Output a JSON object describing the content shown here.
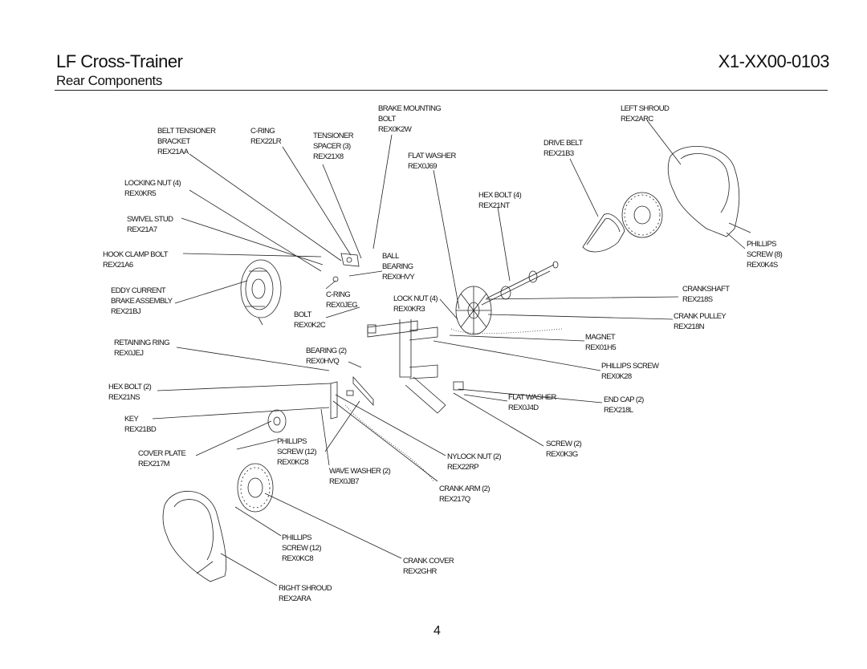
{
  "header": {
    "title": "LF Cross-Trainer",
    "subtitle": "Rear Components",
    "model_code": "X1-XX00-0103"
  },
  "page_number": "4",
  "parts": [
    {
      "id": "brake-mounting-bolt",
      "lines": [
        "BRAKE MOUNTING",
        "BOLT",
        "REX0K2W"
      ]
    },
    {
      "id": "left-shroud",
      "lines": [
        "LEFT SHROUD",
        "REX2ARC"
      ]
    },
    {
      "id": "belt-tensioner-bracket",
      "lines": [
        "BELT TENSIONER",
        "BRACKET",
        "REX21AA"
      ]
    },
    {
      "id": "c-ring-top",
      "lines": [
        "C-RING",
        "REX22LR"
      ]
    },
    {
      "id": "tensioner-spacer",
      "lines": [
        "TENSIONER",
        "SPACER (3)",
        "REX21X8"
      ]
    },
    {
      "id": "flat-washer-top",
      "lines": [
        "FLAT WASHER",
        "REX0J69"
      ]
    },
    {
      "id": "drive-belt",
      "lines": [
        "DRIVE BELT",
        "REX21B3"
      ]
    },
    {
      "id": "locking-nut",
      "lines": [
        "LOCKING NUT (4)",
        "REX0KR5"
      ]
    },
    {
      "id": "hex-bolt-4",
      "lines": [
        "HEX BOLT (4)",
        "REX21NT"
      ]
    },
    {
      "id": "swivel-stud",
      "lines": [
        "SWIVEL STUD",
        "REX21A7"
      ]
    },
    {
      "id": "phillips-screw-8",
      "lines": [
        "PHILLIPS",
        "SCREW (8)",
        "REX0K4S"
      ]
    },
    {
      "id": "hook-clamp-bolt",
      "lines": [
        "HOOK CLAMP BOLT",
        "REX21A6"
      ]
    },
    {
      "id": "ball-bearing",
      "lines": [
        "BALL",
        "BEARING",
        "REX0HVY"
      ]
    },
    {
      "id": "eddy-current-brake",
      "lines": [
        "EDDY CURRENT",
        "BRAKE ASSEMBLY",
        "REX21BJ"
      ]
    },
    {
      "id": "c-ring-mid",
      "lines": [
        "C-RING",
        "REX0JEG"
      ]
    },
    {
      "id": "lock-nut-4",
      "lines": [
        "LOCK NUT (4)",
        "REX0KR3"
      ]
    },
    {
      "id": "crankshaft",
      "lines": [
        "CRANKSHAFT",
        "REX218S"
      ]
    },
    {
      "id": "bolt",
      "lines": [
        "BOLT",
        "REX0K2C"
      ]
    },
    {
      "id": "crank-pulley",
      "lines": [
        "CRANK PULLEY",
        "REX218N"
      ]
    },
    {
      "id": "retaining-ring",
      "lines": [
        "RETAINING RING",
        "REX0JEJ"
      ]
    },
    {
      "id": "bearing-2",
      "lines": [
        "BEARING (2)",
        "REX0HVQ"
      ]
    },
    {
      "id": "magnet",
      "lines": [
        "MAGNET",
        "REX01H5"
      ]
    },
    {
      "id": "phillips-screw-single",
      "lines": [
        "PHILLIPS SCREW",
        "REX0K28"
      ]
    },
    {
      "id": "hex-bolt-2",
      "lines": [
        "HEX BOLT (2)",
        "REX21NS"
      ]
    },
    {
      "id": "flat-washer-bottom",
      "lines": [
        "FLAT WASHER",
        "REX0J4D"
      ]
    },
    {
      "id": "end-cap",
      "lines": [
        "END CAP (2)",
        "REX218L"
      ]
    },
    {
      "id": "key",
      "lines": [
        "KEY",
        "REX21BD"
      ]
    },
    {
      "id": "phillips-screw-12-upper",
      "lines": [
        "PHILLIPS",
        "SCREW (12)",
        "REX0KC8"
      ]
    },
    {
      "id": "screw-2",
      "lines": [
        "SCREW (2)",
        "REX0K3G"
      ]
    },
    {
      "id": "cover-plate",
      "lines": [
        "COVER PLATE",
        "REX217M"
      ]
    },
    {
      "id": "nylock-nut",
      "lines": [
        "NYLOCK NUT (2)",
        "REX22RP"
      ]
    },
    {
      "id": "wave-washer",
      "lines": [
        "WAVE WASHER (2)",
        "REX0JB7"
      ]
    },
    {
      "id": "crank-arm",
      "lines": [
        "CRANK ARM (2)",
        "REX217Q"
      ]
    },
    {
      "id": "phillips-screw-12-lower",
      "lines": [
        "PHILLIPS",
        "SCREW (12)",
        "REX0KC8"
      ]
    },
    {
      "id": "crank-cover",
      "lines": [
        "CRANK COVER",
        "REX2GHR"
      ]
    },
    {
      "id": "right-shroud",
      "lines": [
        "RIGHT SHROUD",
        "REX2ARA"
      ]
    }
  ]
}
